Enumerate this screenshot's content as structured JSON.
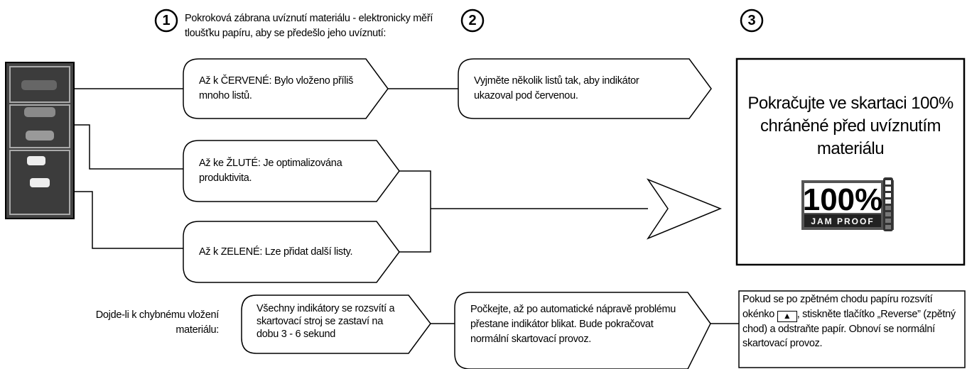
{
  "steps": {
    "one": "1",
    "two": "2",
    "three": "3"
  },
  "intro": "Pokroková zábrana uvíznutí materiálu - elektronicky měří tloušťku papíru, aby se předešlo jeho uvíznutí:",
  "red": "Až k ČERVENÉ: Bylo vloženo příliš mnoho listů.",
  "yellow": "Až ke ŽLUTÉ: Je optimalizována produktivita.",
  "green": "Až k ZELENÉ: Lze přidat další listy.",
  "remove": "Vyjměte několik listů tak, aby indikátor ukazoval pod červenou.",
  "continue": "Pokračujte ve skartaci 100% chráněné před uvíznutím materiálu",
  "logo": {
    "percent": "100%",
    "sub": "JAM PROOF"
  },
  "error_label": "Dojde-li k chybnému vložení materiálu:",
  "error_box": "Všechny indikátory se rozsvítí a skartovací stroj se zastaví na dobu 3 - 6 sekund",
  "wait_box": "Počkejte, až po automatické nápravě problému přestane indikátor blikat. Bude pokračovat normální skartovací provoz.",
  "reverse_note_a": "Pokud se po zpětném chodu papíru rozsvítí okénko",
  "reverse_note_b": ", stiskněte tlačítko „Reverse” (zpětný chod) a odstraňte papír. Obnoví se normální skartovací provoz."
}
